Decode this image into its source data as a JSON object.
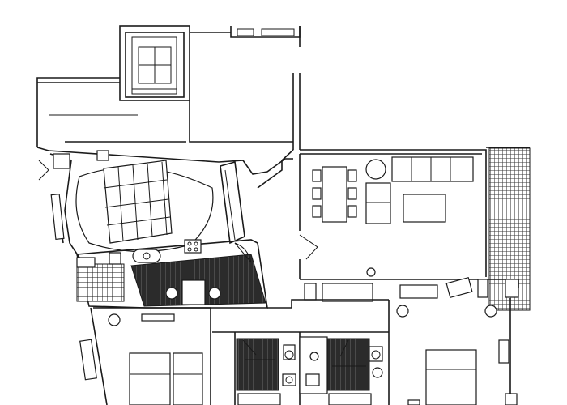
{
  "drawing": {
    "kind": "architectural-floor-plan",
    "labels": [],
    "icons": [
      "elevator-symbol",
      "stair-symbol",
      "door-swing-symbol",
      "toilet-symbol",
      "sink-symbol",
      "bathtub-symbol",
      "bed-symbol",
      "sofa-symbol",
      "dining-table-symbol",
      "lamp-symbol"
    ],
    "colors": {
      "line": "#1a1a1a",
      "paper": "#ffffff",
      "dark_floor": "#2b2b2b"
    }
  }
}
